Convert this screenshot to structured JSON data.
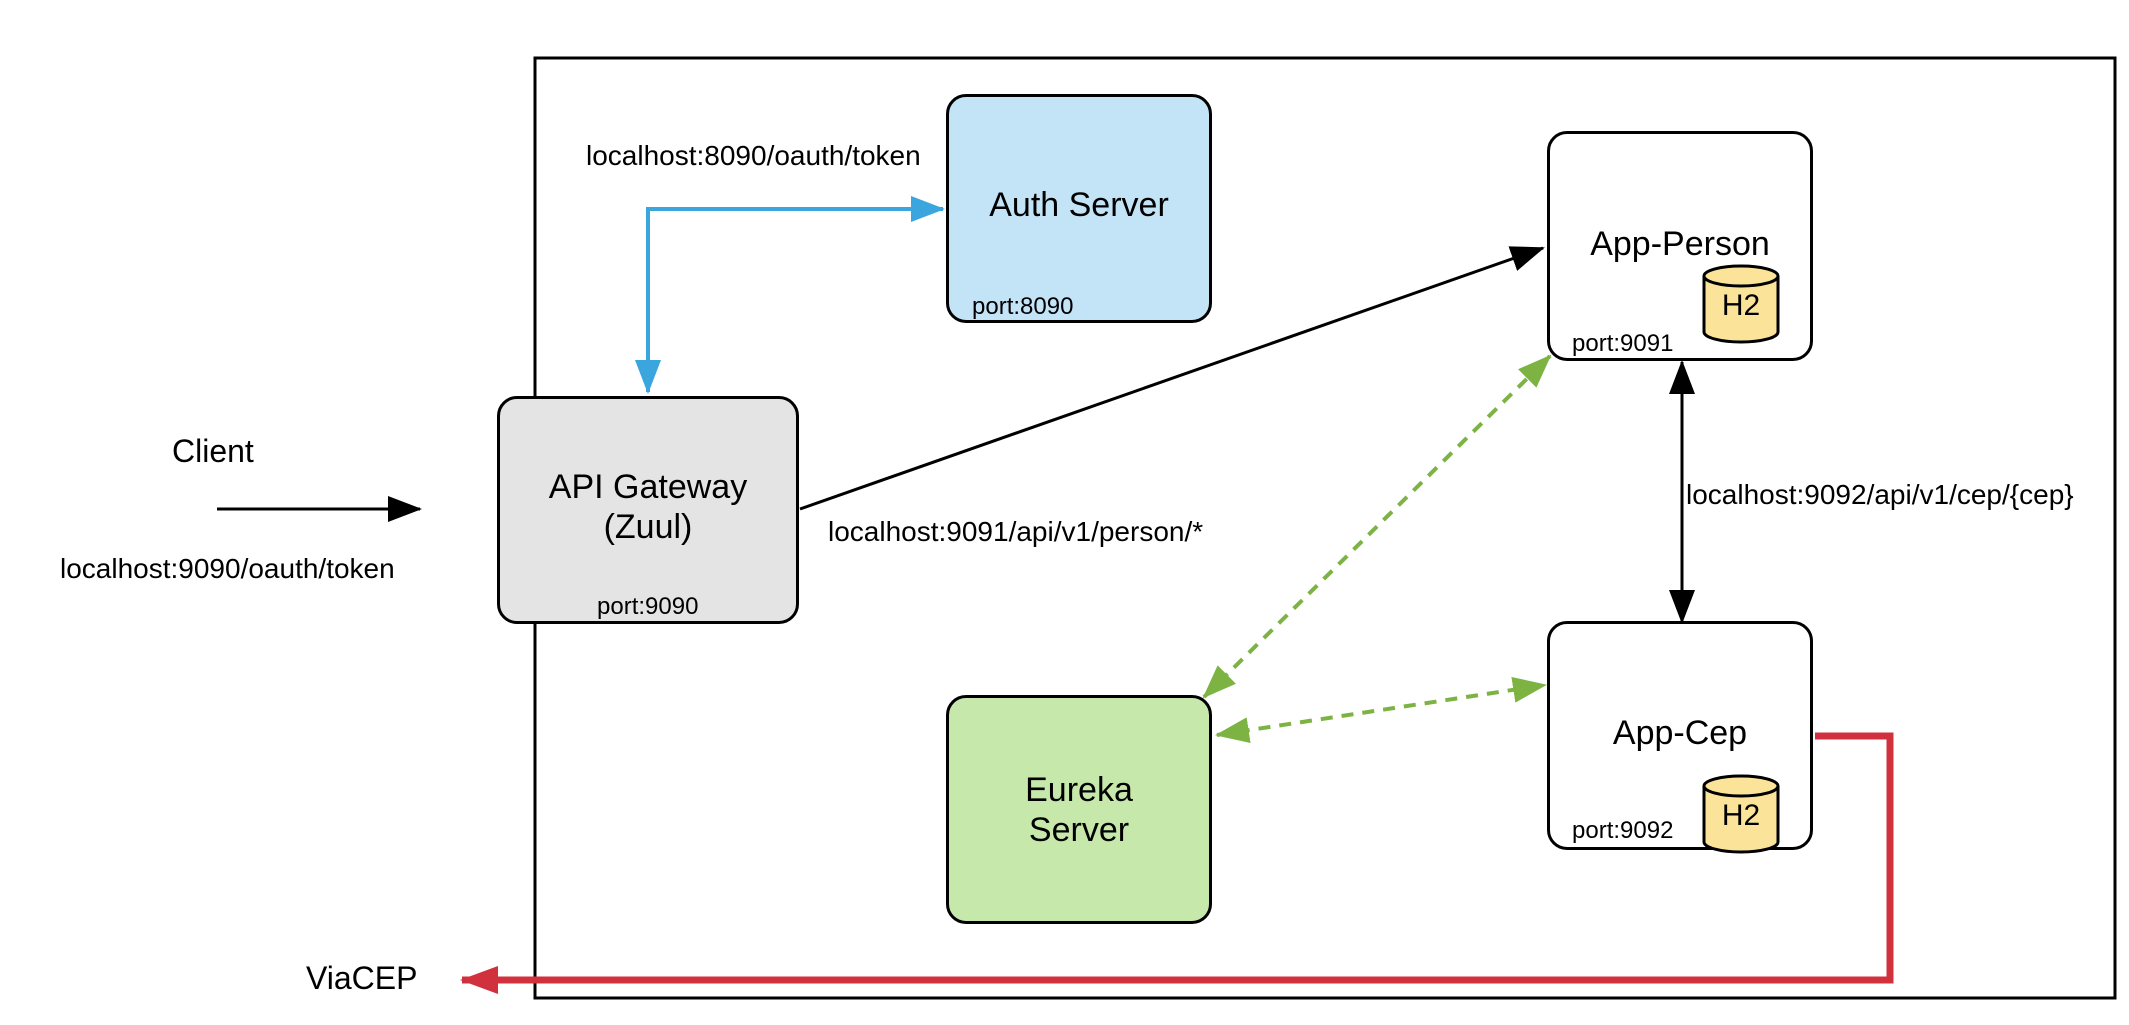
{
  "external": {
    "client_label": "Client",
    "client_url": "localhost:9090/oauth/token",
    "viacep_label": "ViaCEP"
  },
  "nodes": {
    "gateway": {
      "title_line1": "API Gateway",
      "title_line2": "(Zuul)",
      "port": "port:9090",
      "color": "#e4e4e4"
    },
    "auth": {
      "title": "Auth Server",
      "port": "port:8090",
      "color": "#c3e4f6"
    },
    "person": {
      "title": "App-Person",
      "port": "port:9091",
      "db": "H2",
      "color": "#ffffff"
    },
    "eureka": {
      "title_line1": "Eureka",
      "title_line2": "Server",
      "color": "#c6e8ab"
    },
    "cep": {
      "title": "App-Cep",
      "port": "port:9092",
      "db": "H2",
      "color": "#ffffff"
    }
  },
  "edges": {
    "auth_url": "localhost:8090/oauth/token",
    "person_url": "localhost:9091/api/v1/person/*",
    "cep_url": "localhost:9092/api/v1/cep/{cep}"
  },
  "colors": {
    "auth_link": "#3ba6dd",
    "discovery_link": "#7cb342",
    "external_link": "#d0313c",
    "db_fill": "#fbe49a"
  }
}
